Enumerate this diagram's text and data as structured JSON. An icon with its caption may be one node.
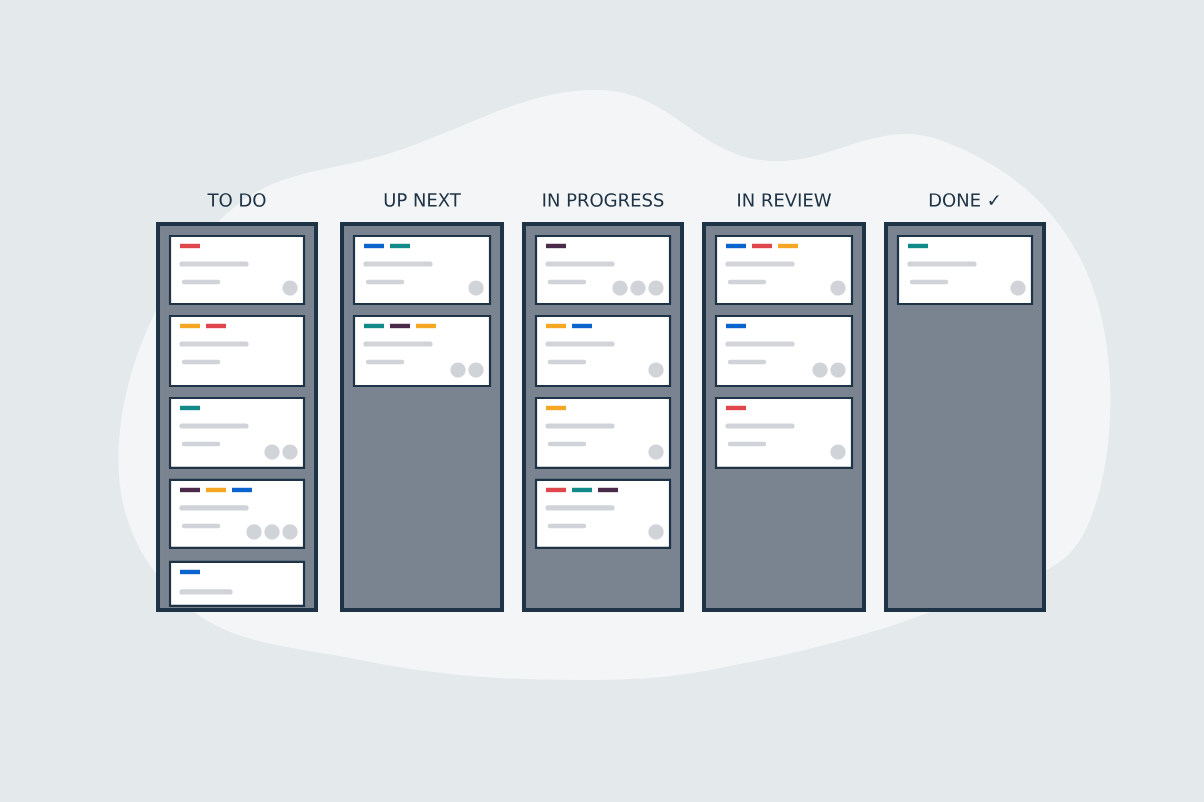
{
  "diagram": {
    "nodes": [
      {
        "text": [
          "TO DO"
        ]
      },
      {
        "text": [],
        "shape": "box",
        "in": 0
      },
      {
        "text": [],
        "shape": "box",
        "in": 0
      },
      {
        "text": [],
        "shape": "box",
        "in": 0
      },
      {
        "text": [],
        "shape": "box",
        "in": 0
      },
      {
        "text": [],
        "shape": "box",
        "in": 0
      },
      {
        "text": [
          "UP NEXT"
        ]
      },
      {
        "text": [],
        "shape": "box",
        "in": 6
      },
      {
        "text": [],
        "shape": "box",
        "in": 6
      },
      {
        "text": [
          "IN PROGRESS"
        ]
      },
      {
        "text": [],
        "shape": "box",
        "in": 9
      },
      {
        "text": [],
        "shape": "box",
        "in": 9
      },
      {
        "text": [],
        "shape": "box",
        "in": 9
      },
      {
        "text": [],
        "shape": "box",
        "in": 9
      },
      {
        "text": [
          "IN REVIEW"
        ]
      },
      {
        "text": [],
        "shape": "box",
        "in": 14
      },
      {
        "text": [],
        "shape": "box",
        "in": 14
      },
      {
        "text": [],
        "shape": "box",
        "in": 14
      },
      {
        "text": [
          "DONE ✓"
        ]
      },
      {
        "text": [],
        "shape": "box",
        "in": 18
      }
    ]
  }
}
